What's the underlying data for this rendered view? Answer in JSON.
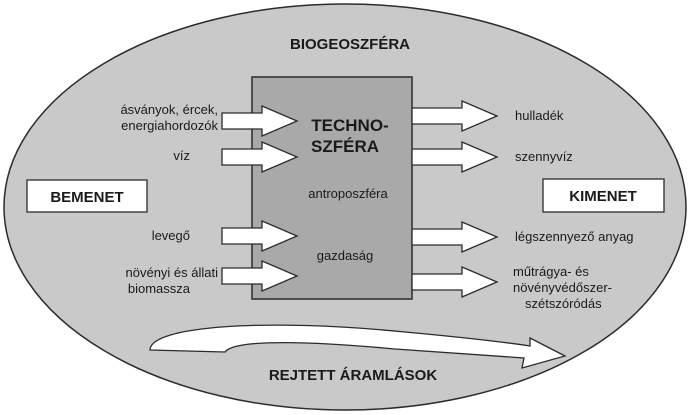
{
  "diagram": {
    "biosphere_title": "BIOGEOSZFÉRA",
    "technosphere_line1": "TECHNO-",
    "technosphere_line2": "SZFÉRA",
    "anthroposphere": "antroposzféra",
    "economy": "gazdaság",
    "input_box": "BEMENET",
    "output_box": "KIMENET",
    "hidden_flows": "REJTETT ÁRAMLÁSOK",
    "inputs": {
      "minerals_line1": "ásványok, ércek,",
      "minerals_line2": "energiahordozók",
      "water": "víz",
      "air": "levegő",
      "biomass_line1": "növényi és állati",
      "biomass_line2": "biomassza"
    },
    "outputs": {
      "waste": "hulladék",
      "wastewater": "szennyvíz",
      "air_pollutant": "légszennyező anyag",
      "agro_line1": "műtrágya- és",
      "agro_line2": "növényvédőszer-",
      "agro_line3": "szétszóródás"
    }
  },
  "colors": {
    "ellipse_fill": "#c9c9c9",
    "technosphere_fill": "#a9a9a9",
    "box_fill": "#ffffff",
    "arrow_fill": "#ffffff",
    "stroke": "#2b2b2b"
  }
}
